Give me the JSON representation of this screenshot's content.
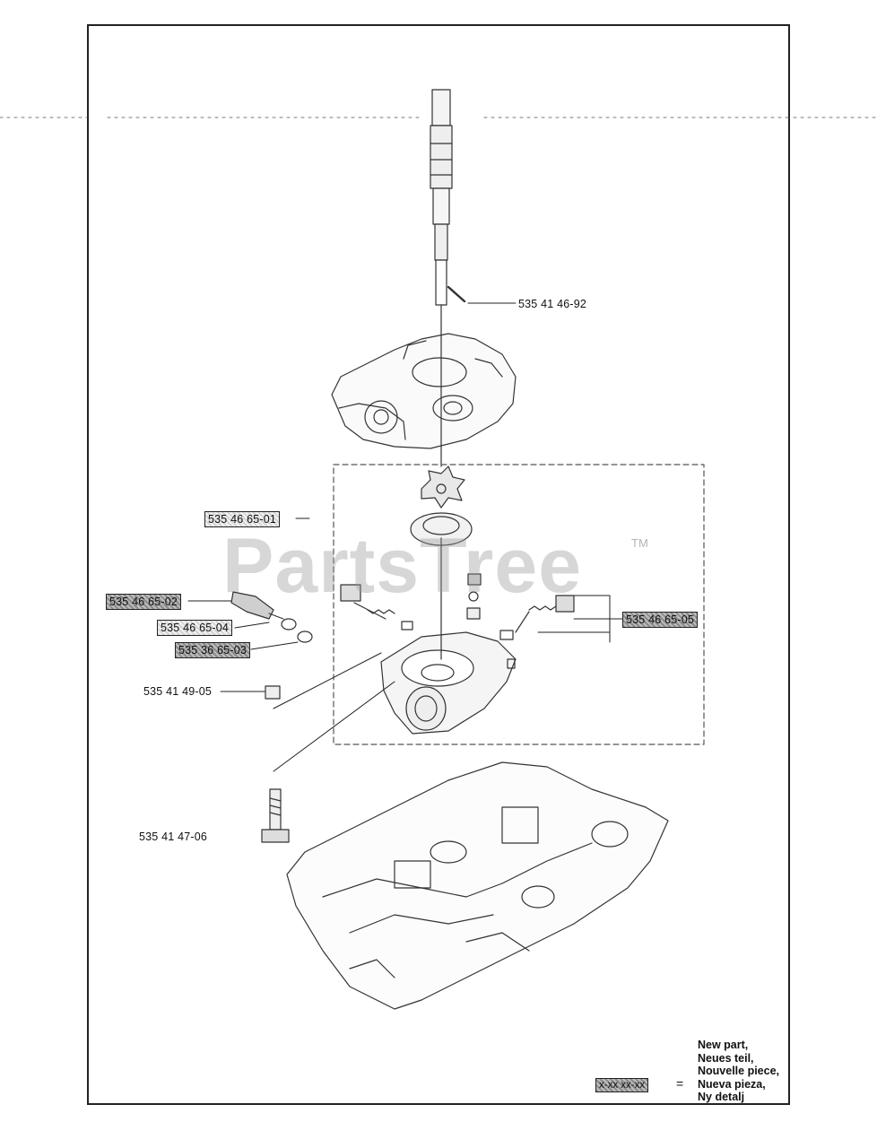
{
  "watermark": {
    "brand": "PartsTree",
    "trademark": "TM"
  },
  "parts": {
    "p1": "535 41 46-92",
    "p2": "535 46 65-01",
    "p3": "535 46 65-02",
    "p4": "535 46 65-04",
    "p5": "535 36 65-03",
    "p6": "535 46 65-05",
    "p7": "535 41 49-05",
    "p8": "535 41 47-06"
  },
  "legend": {
    "line1": "New part,",
    "line2": "Neues teil,",
    "line3": "Nouvelle piece,",
    "line4": "Nueva pieza,",
    "line5": "Ny detalj",
    "key": "x-xx xx-xx",
    "equals": "="
  }
}
